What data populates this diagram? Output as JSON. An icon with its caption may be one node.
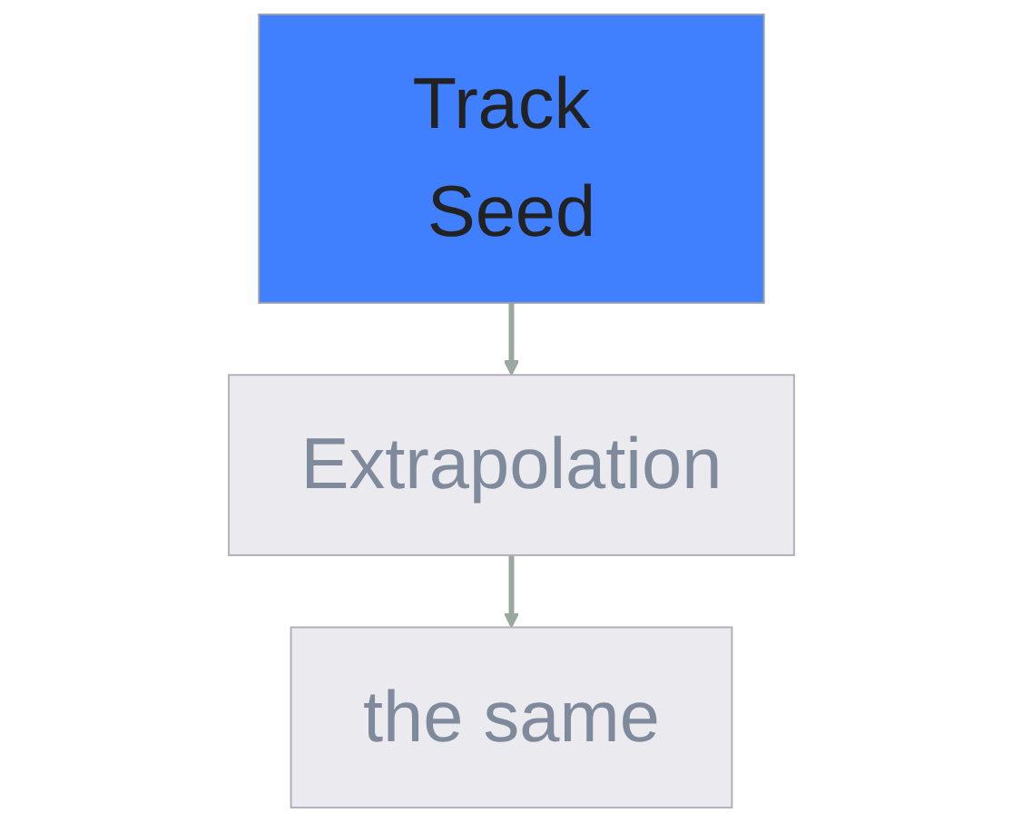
{
  "diagram": {
    "nodes": [
      {
        "text": [
          "Track Seed"
        ]
      },
      {
        "text": [
          "Extrapolation"
        ]
      },
      {
        "text": [
          "the same"
        ]
      }
    ],
    "edges": [
      {
        "from": 0,
        "to": 1,
        "arrow": "to"
      },
      {
        "from": 1,
        "to": 2,
        "arrow": "to"
      }
    ]
  }
}
